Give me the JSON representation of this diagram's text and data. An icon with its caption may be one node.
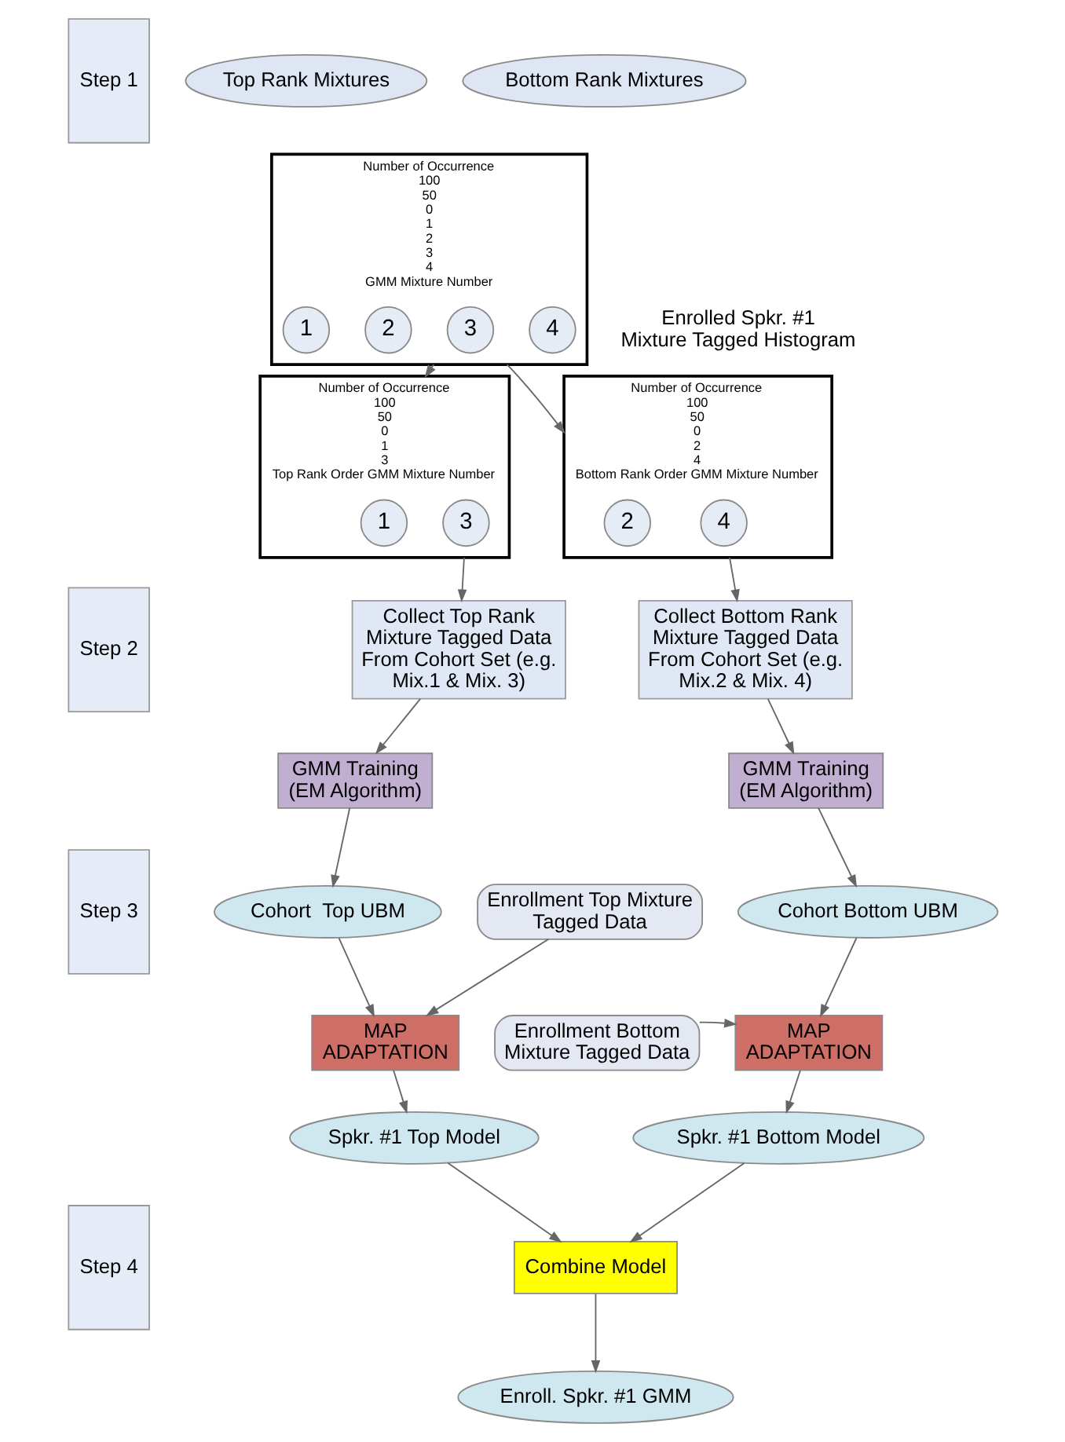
{
  "diagram": {
    "nodes": [
      {
        "text": [
          "Step 1"
        ]
      },
      {
        "text": [
          "Step 2"
        ]
      },
      {
        "text": [
          "Step 3"
        ]
      },
      {
        "text": [
          "Step 4"
        ]
      },
      {
        "text": [
          "Number of Occurrence",
          "100",
          "50",
          "0",
          "1",
          "2",
          "3",
          "4",
          "GMM Mixture Number"
        ],
        "beside": [
          "Enrolled Spkr. #1 Mixture Tagged Histogram"
        ]
      },
      {
        "text": [
          "1"
        ],
        "in": 4
      },
      {
        "text": [
          "2"
        ],
        "in": 4
      },
      {
        "text": [
          "3"
        ],
        "in": 4
      },
      {
        "text": [
          "4"
        ],
        "in": 4
      },
      {
        "text": [
          "Top Rank Mixtures"
        ]
      },
      {
        "text": [
          "Bottom Rank Mixtures"
        ]
      },
      {
        "text": [
          "Number of Occurrence",
          "100",
          "50",
          "0",
          "1",
          "3",
          "Top Rank Order GMM Mixture Number"
        ]
      },
      {
        "text": [
          "1"
        ],
        "in": 11
      },
      {
        "text": [
          "3"
        ],
        "in": 11
      },
      {
        "text": [
          "Number of Occurrence",
          "100",
          "50",
          "0",
          "2",
          "4",
          "Bottom Rank Order GMM Mixture Number"
        ]
      },
      {
        "text": [
          "2"
        ],
        "in": 14
      },
      {
        "text": [
          "4"
        ],
        "in": 14
      },
      {
        "text": [
          "Collect Top Rank Mixture Tagged Data From Cohort Set (e.g. Mix.1 & Mix. 3)"
        ]
      },
      {
        "text": [
          "Collect Bottom Rank Mixture Tagged Data From Cohort Set (e.g. Mix.2 & Mix. 4)"
        ]
      },
      {
        "text": [
          "GMM Training",
          "(EM Algorithm)"
        ]
      },
      {
        "text": [
          "GMM Training",
          "(EM Algorithm)"
        ]
      },
      {
        "text": [
          "Cohort  Top UBM"
        ]
      },
      {
        "text": [
          "Enrollment Top Mixture Tagged Data"
        ]
      },
      {
        "text": [
          "Cohort Bottom UBM"
        ]
      },
      {
        "text": [
          "MAP",
          "ADAPTATION"
        ]
      },
      {
        "text": [
          "Enrollment Bottom Mixture Tagged Data"
        ]
      },
      {
        "text": [
          "MAP",
          "ADAPTATION"
        ]
      },
      {
        "text": [
          "Spkr. #1 Top Model"
        ]
      },
      {
        "text": [
          "Spkr. #1 Bottom Model"
        ]
      },
      {
        "text": [
          "Combine Model"
        ]
      },
      {
        "text": [
          "Enroll. Spkr. #1 GMM"
        ]
      }
    ],
    "edges": [
      {
        "from": 4,
        "to": 11,
        "arrow": "to"
      },
      {
        "from": 4,
        "to": 14,
        "arrow": "to"
      },
      {
        "from": 11,
        "to": 17,
        "arrow": "to"
      },
      {
        "from": 14,
        "to": 18,
        "arrow": "to"
      },
      {
        "from": 17,
        "to": 19,
        "arrow": "to"
      },
      {
        "from": 18,
        "to": 20,
        "arrow": "to"
      },
      {
        "from": 19,
        "to": 21,
        "arrow": "to"
      },
      {
        "from": 20,
        "to": 23,
        "arrow": "to"
      },
      {
        "from": 21,
        "to": 24,
        "arrow": "to"
      },
      {
        "from": 22,
        "to": 24,
        "arrow": "to"
      },
      {
        "from": 23,
        "to": 26,
        "arrow": "to"
      },
      {
        "from": 25,
        "to": 26,
        "arrow": "to"
      },
      {
        "from": 24,
        "to": 27,
        "arrow": "to"
      },
      {
        "from": 26,
        "to": 28,
        "arrow": "to"
      },
      {
        "from": 27,
        "to": 29,
        "arrow": "to"
      },
      {
        "from": 28,
        "to": 29,
        "arrow": "to"
      },
      {
        "from": 29,
        "to": 30,
        "arrow": "to"
      }
    ]
  }
}
